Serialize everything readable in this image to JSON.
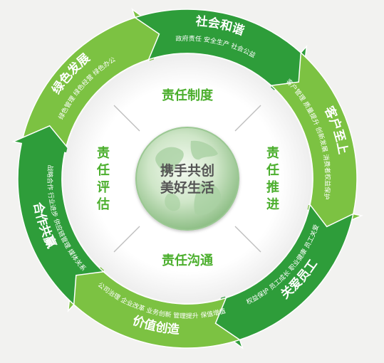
{
  "colors": {
    "background": "#f2f2f0",
    "arrow_light": "#7cc242",
    "arrow_dark": "#2e9d3a",
    "inner_text": "#4caf2e",
    "center_text": "#555555",
    "divider": "#bdbdbd"
  },
  "center": {
    "line1": "携手共创",
    "line2": "美好生活",
    "icon": "globe-icon"
  },
  "inner": {
    "top": "责任制度",
    "right": "责任推进",
    "bottom": "责任沟通",
    "left": "责任评估"
  },
  "segments": [
    {
      "id": "green-development",
      "title": "绿色发展",
      "items": "绿色管理  绿色经营  绿色办公",
      "tone": "light"
    },
    {
      "id": "social-harmony",
      "title": "社会和谐",
      "items": "政府责任  安全生产  社会公益",
      "tone": "dark"
    },
    {
      "id": "customer-first",
      "title": "客户至上",
      "items": "客户管理 质量提升 创新发展 消费者权益保护",
      "tone": "light"
    },
    {
      "id": "employee-care",
      "title": "关爱员工",
      "items": "权益保护  员工成长  职业健康  员工关爱",
      "tone": "dark"
    },
    {
      "id": "value-creation",
      "title": "价值创造",
      "items": "公司治理  企业改革  业务创新  管理提升  保值增值",
      "tone": "light"
    },
    {
      "id": "win-win-cooperation",
      "title": "合作共赢",
      "items": "战略合作  行业进步  供应链管理  媒体关系",
      "tone": "dark"
    }
  ]
}
